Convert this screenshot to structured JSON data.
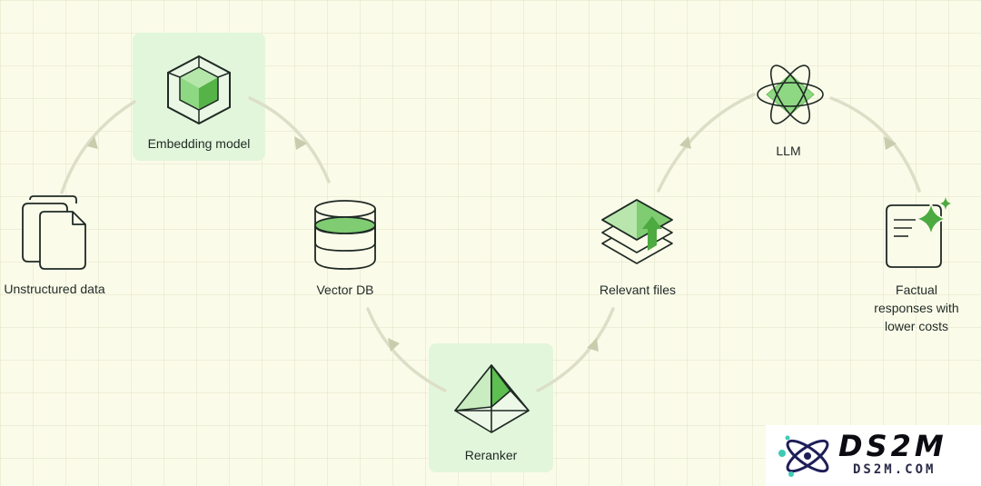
{
  "colors": {
    "background": "#fbfbea",
    "grid": "#d2d6af",
    "highlight": "#e2f6dc",
    "accent": "#5cbf4f",
    "stroke": "#1f2a24",
    "connector": "#d9dcc2"
  },
  "nodes": {
    "unstructured_data": {
      "label": "Unstructured data",
      "icon": "document-stack-icon"
    },
    "embedding_model": {
      "label": "Embedding model",
      "icon": "cube-icon"
    },
    "vector_db": {
      "label": "Vector DB",
      "icon": "database-icon"
    },
    "reranker": {
      "label": "Reranker",
      "icon": "pyramid-icon"
    },
    "relevant_files": {
      "label": "Relevant files",
      "icon": "layers-up-arrow-icon"
    },
    "llm": {
      "label": "LLM",
      "icon": "atom-icon"
    },
    "factual_responses": {
      "label": "Factual responses with lower costs",
      "icon": "sparkle-document-icon"
    }
  },
  "watermark": {
    "title": "DS2M",
    "subtitle": "DS2M.COM"
  }
}
